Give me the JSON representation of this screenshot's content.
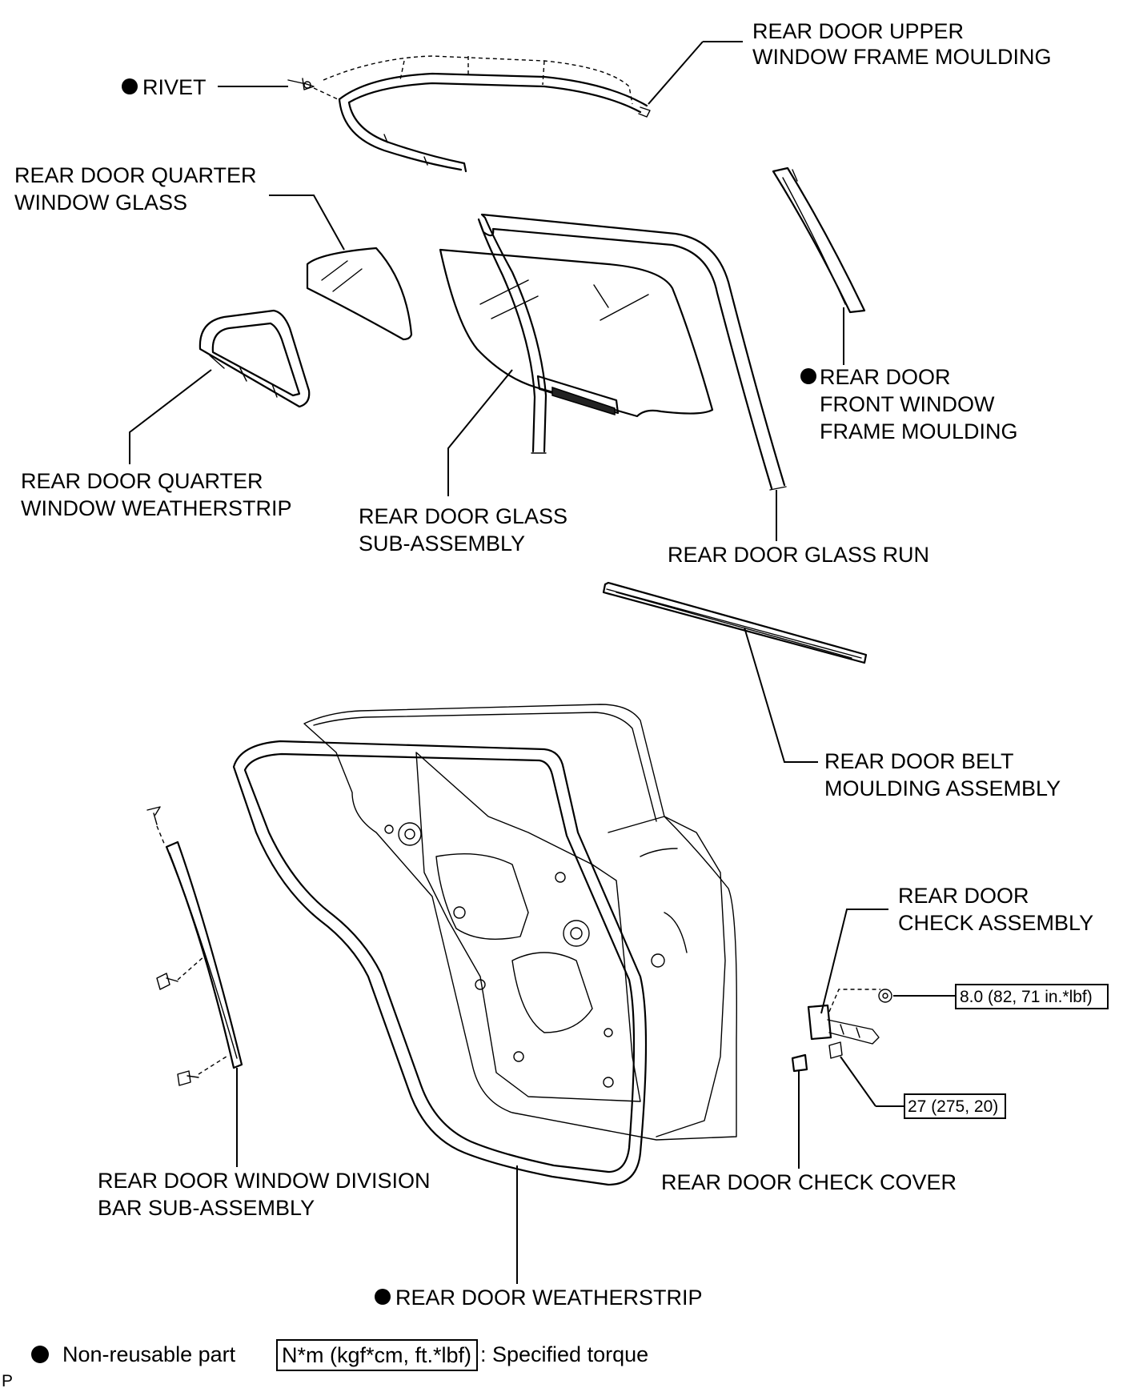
{
  "labels": {
    "rivet": "RIVET",
    "upper_moulding": [
      "REAR DOOR UPPER",
      "WINDOW FRAME MOULDING"
    ],
    "quarter_glass": [
      "REAR DOOR QUARTER",
      "WINDOW GLASS"
    ],
    "front_moulding": [
      "REAR DOOR",
      "FRONT WINDOW",
      "FRAME MOULDING"
    ],
    "quarter_weatherstrip": [
      "REAR DOOR QUARTER",
      "WINDOW WEATHERSTRIP"
    ],
    "glass_sub": [
      "REAR DOOR GLASS",
      "SUB-ASSEMBLY"
    ],
    "glass_run": "REAR DOOR GLASS RUN",
    "belt_moulding": [
      "REAR DOOR BELT",
      "MOULDING ASSEMBLY"
    ],
    "check_assembly": [
      "REAR DOOR",
      "CHECK ASSEMBLY"
    ],
    "division_bar": [
      "REAR DOOR WINDOW DIVISION",
      "BAR SUB-ASSEMBLY"
    ],
    "check_cover": "REAR DOOR CHECK COVER",
    "weatherstrip": "REAR DOOR WEATHERSTRIP"
  },
  "torque": {
    "check_bolt_small": "8.0 (82, 71 in.*lbf)",
    "check_bolt_large": "27 (275, 20)"
  },
  "legend": {
    "non_reusable": "Non-reusable part",
    "torque_format": "N*m (kgf*cm, ft.*lbf)",
    "torque_desc": ": Specified torque"
  },
  "corner_mark": "P"
}
